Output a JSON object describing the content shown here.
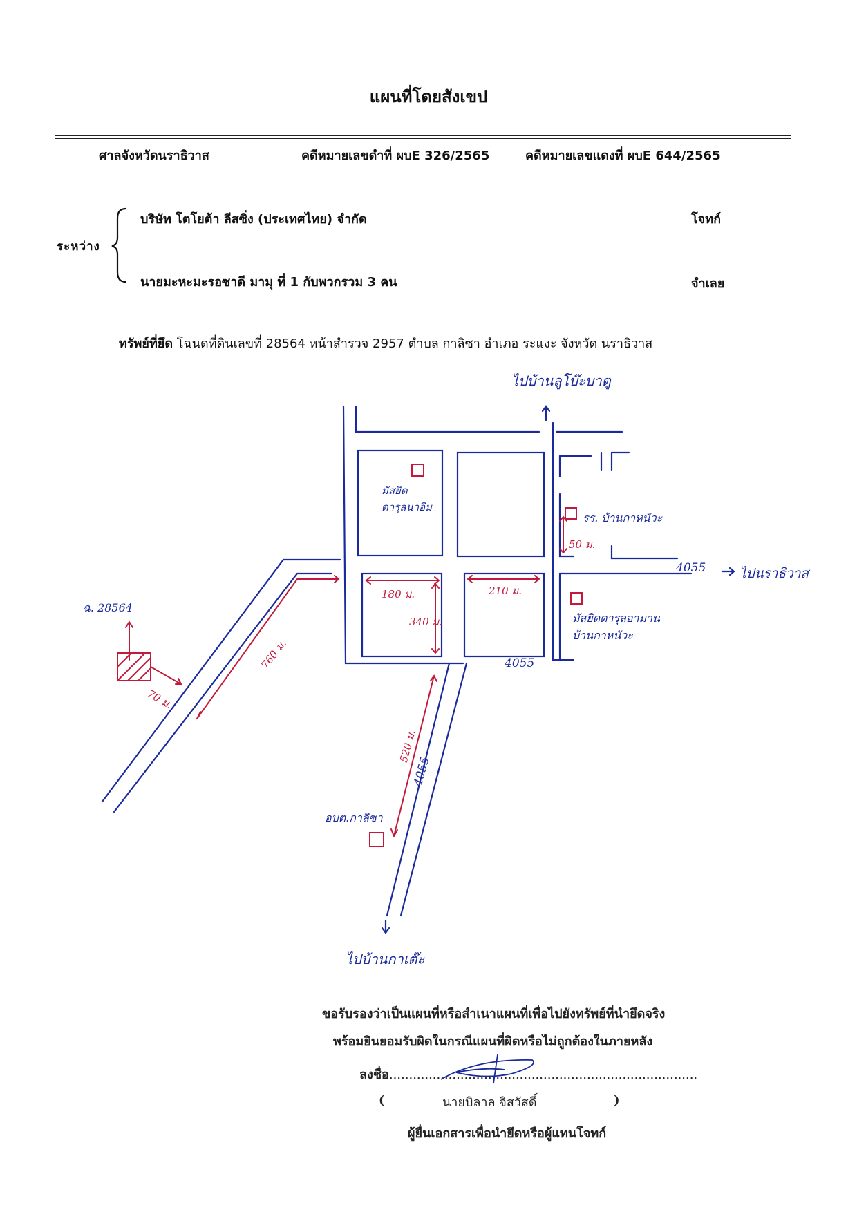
{
  "title": "แผนที่โดยสังเขป",
  "header": {
    "court": "ศาลจังหวัดนราธิวาส",
    "black_case": "คดีหมายเลขดำที่ ผบE 326/2565",
    "red_case": "คดีหมายเลขแดงที่ ผบE 644/2565"
  },
  "parties": {
    "between_label": "ระหว่าง",
    "plaintiff_name": "บริษัท โตโยต้า ลีสซิ่ง (ประเทศไทย) จำกัด",
    "plaintiff_role": "โจทก์",
    "defendant_name": "นายมะหะมะรอซาดี มามุ ที่ 1 กับพวกรวม 3 คน",
    "defendant_role": "จำเลย"
  },
  "property": {
    "label": "ทรัพย์ที่ยึด",
    "text": "โฉนดที่ดินเลขที่ 28564 หน้าสำรวจ 2957 ตำบล กาลิซา อำเภอ ระแงะ จังหวัด นราธิวาส"
  },
  "map": {
    "to_north": "ไปบ้านลูโบ๊ะบาตู",
    "to_east": "ไปนราธิวาส",
    "to_south": "ไปบ้านกาเต๊ะ",
    "road_4055_a": "4055",
    "road_4055_b": "4055",
    "road_4055_c": "4055",
    "mosque_1_line1": "มัสยิด",
    "mosque_1_line2": "ดารุลนาอีม",
    "school": "รร. บ้านกาหนัวะ",
    "mosque_2_line1": "มัสยิดดารุลอามาน",
    "mosque_2_line2": "บ้านกาหนัวะ",
    "tao": "อบต.กาลิซา",
    "parcel": "ฉ. 28564",
    "dist_760": "760 ม.",
    "dist_70": "70 ม.",
    "dist_180": "180 ม.",
    "dist_210": "210 ม.",
    "dist_340": "340 ม.",
    "dist_50": "50 ม.",
    "dist_520": "520 ม.",
    "colors": {
      "blue_ink": "#1a2a9c",
      "red_ink": "#c21a3a"
    }
  },
  "certification": {
    "line1": "ขอรับรองว่าเป็นแผนที่หรือสำเนาแผนที่เพื่อไปยังทรัพย์ที่นำยึดจริง",
    "line2": "พร้อมยินยอมรับผิดในกรณีแผนที่ผิดหรือไม่ถูกต้องในภายหลัง",
    "sign_label": "ลงชื่อ",
    "sign_dots": "..............................................................................",
    "name": "นายบิลาล   จิสวัสดิ์",
    "paren_open": "(",
    "paren_close": ")",
    "role": "ผู้ยื่นเอกสารเพื่อนำยึดหรือผู้แทนโจทก์"
  }
}
